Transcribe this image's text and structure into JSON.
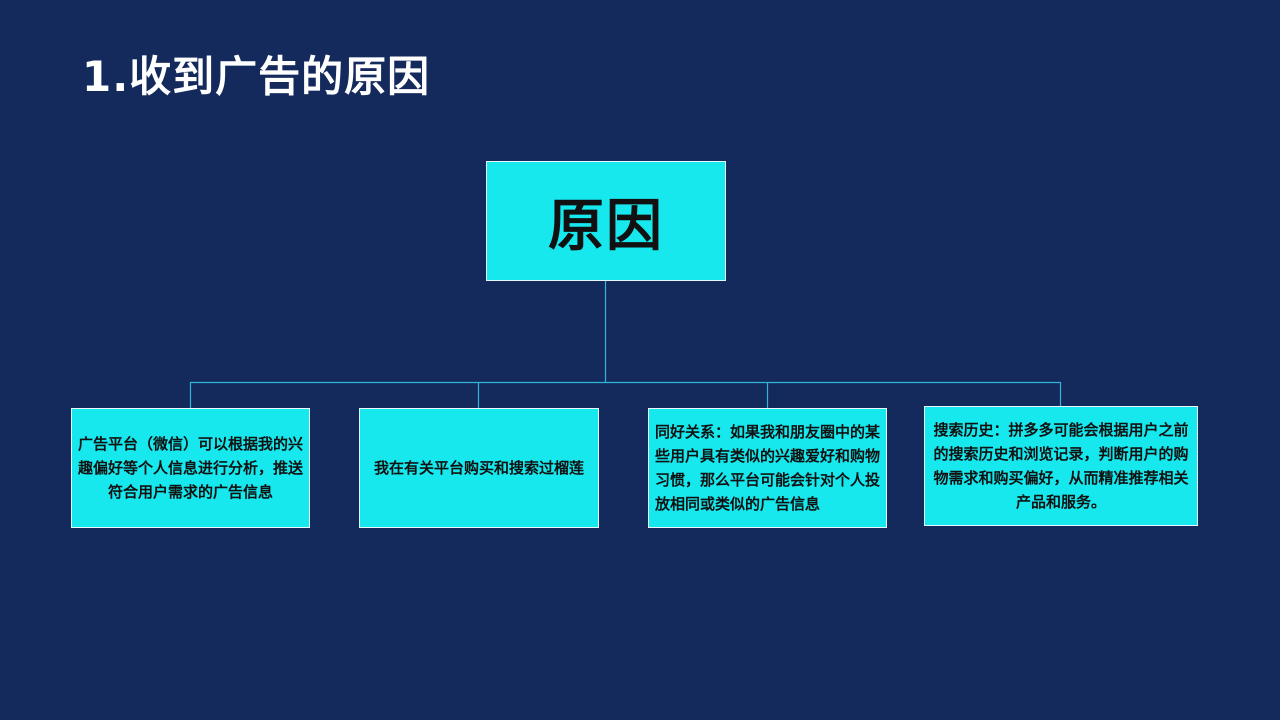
{
  "slide": {
    "title": "1.收到广告的原因"
  },
  "diagram": {
    "root": {
      "label": "原因"
    },
    "children": [
      {
        "label": "广告平台（微信）可以根据我的兴趣偏好等个人信息进行分析，推送符合用户需求的广告信息"
      },
      {
        "label": "我在有关平台购买和搜索过榴莲"
      },
      {
        "label": "同好关系：如果我和朋友圈中的某些用户具有类似的兴趣爱好和购物习惯，那么平台可能会针对个人投放相同或类似的广告信息"
      },
      {
        "label": "搜索历史：拼多多可能会根据用户之前的搜索历史和浏览记录，判断用户的购物需求和购买偏好，从而精准推荐相关产品和服务。"
      }
    ]
  },
  "colors": {
    "background": "#152a5c",
    "box_fill": "#16e8ee",
    "connector": "#2fb6d6",
    "title_text": "#ffffff"
  }
}
